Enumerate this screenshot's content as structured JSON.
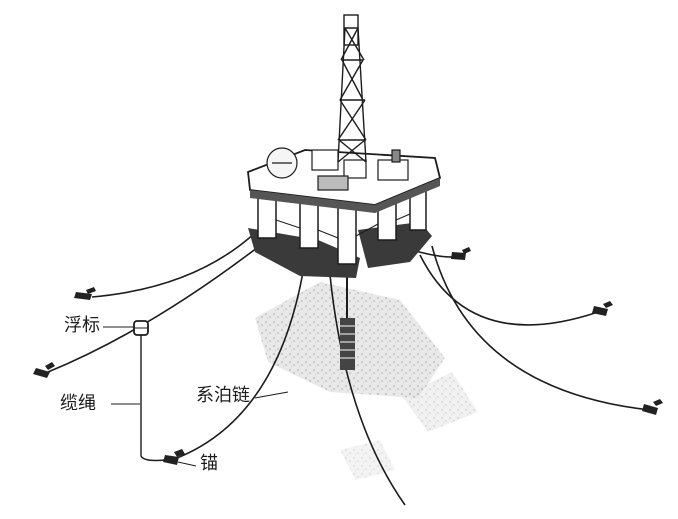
{
  "labels": {
    "buoy": "浮标",
    "cable": "缆绳",
    "mooring_chain": "系泊链",
    "anchor": "锚"
  },
  "colors": {
    "ink": "#1c1c1c",
    "hull": "#3a3a3a",
    "seabed": "#cfcfcf",
    "background": "#ffffff"
  }
}
